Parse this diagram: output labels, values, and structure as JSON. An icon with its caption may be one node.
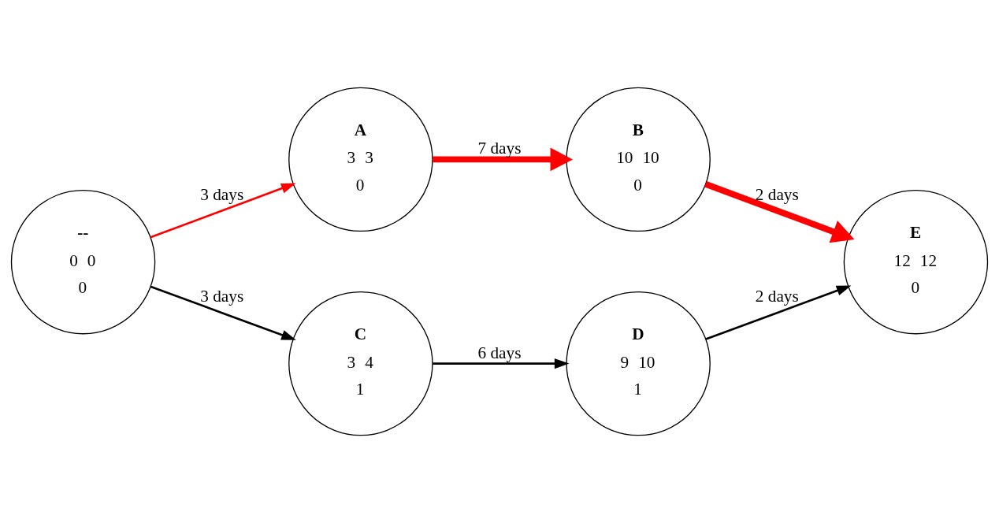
{
  "diagram": {
    "nodes": [
      {
        "text": [
          "--",
          "0",
          "0",
          "0"
        ]
      },
      {
        "text": [
          "A",
          "3",
          "3",
          "0"
        ]
      },
      {
        "text": [
          "B",
          "10",
          "10",
          "0"
        ]
      },
      {
        "text": [
          "C",
          "3",
          "4",
          "1"
        ]
      },
      {
        "text": [
          "D",
          "9",
          "10",
          "1"
        ]
      },
      {
        "text": [
          "E",
          "12",
          "12",
          "0"
        ]
      }
    ],
    "edges": [
      {
        "from": 0,
        "to": 1,
        "arrow": "to",
        "label": "3 days",
        "color": "#ff0000"
      },
      {
        "from": 1,
        "to": 2,
        "arrow": "to",
        "label": "7 days",
        "style": "thick",
        "color": "#ff0000"
      },
      {
        "from": 2,
        "to": 5,
        "arrow": "to",
        "label": "2 days",
        "style": "thick",
        "color": "#ff0000"
      },
      {
        "from": 0,
        "to": 3,
        "arrow": "to",
        "label": "3 days",
        "color": "#000000"
      },
      {
        "from": 3,
        "to": 4,
        "arrow": "to",
        "label": "6 days",
        "color": "#000000"
      },
      {
        "from": 4,
        "to": 5,
        "arrow": "to",
        "label": "2 days",
        "color": "#000000"
      }
    ]
  }
}
